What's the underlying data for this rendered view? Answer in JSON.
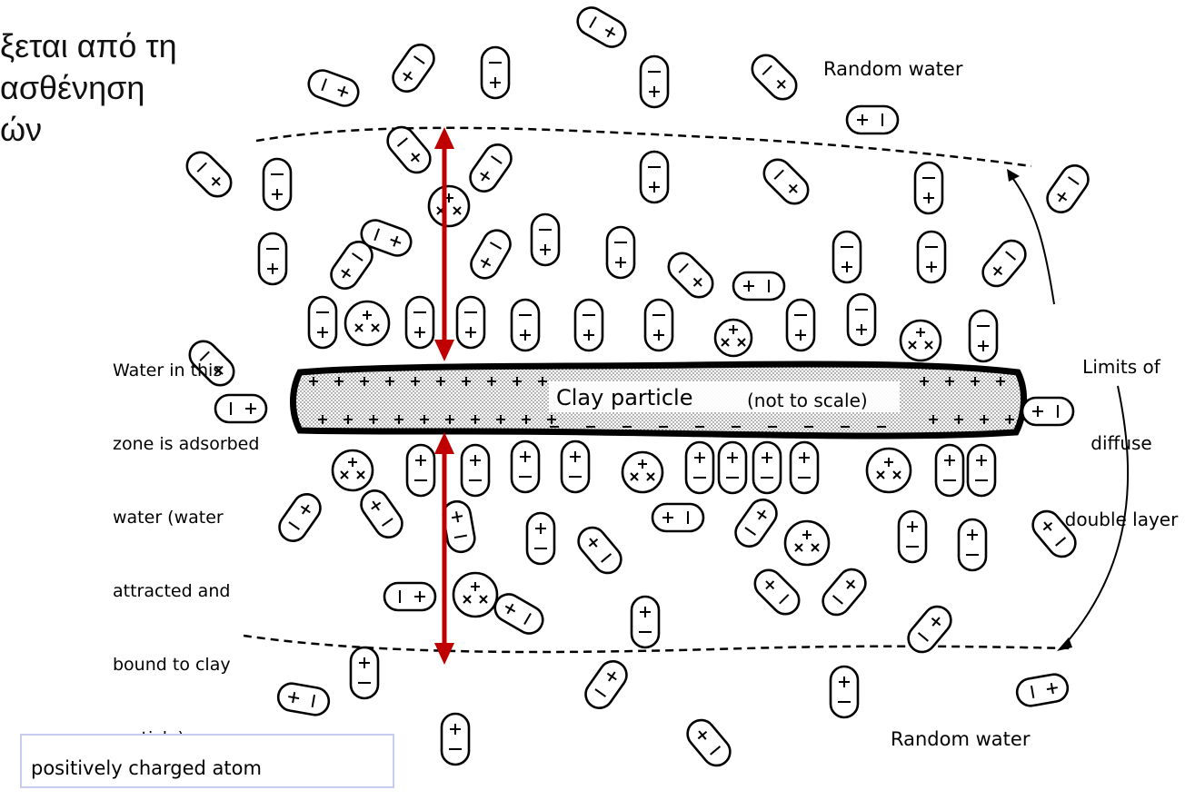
{
  "greek_text": {
    "line1": "ξεται από τη",
    "line2": "ασθένηση",
    "line3": "ών"
  },
  "labels": {
    "random_water_top": "Random water",
    "random_water_bottom": "Random water",
    "adsorbed_line1": "Water in this",
    "adsorbed_line2": "zone is adsorbed",
    "adsorbed_line3": "water (water",
    "adsorbed_line4": "attracted and",
    "adsorbed_line5": "bound to clay",
    "adsorbed_line6": "particle)",
    "limits_line1": "Limits of",
    "limits_line2": "diffuse",
    "limits_line3": "double layer",
    "clay_particle": "Clay particle",
    "not_to_scale": "(not to scale)",
    "legend_partial": "positively charged atom"
  },
  "colors": {
    "arrow": "#c00000",
    "ink": "#000000",
    "legend_border": "#c8ccf0"
  }
}
